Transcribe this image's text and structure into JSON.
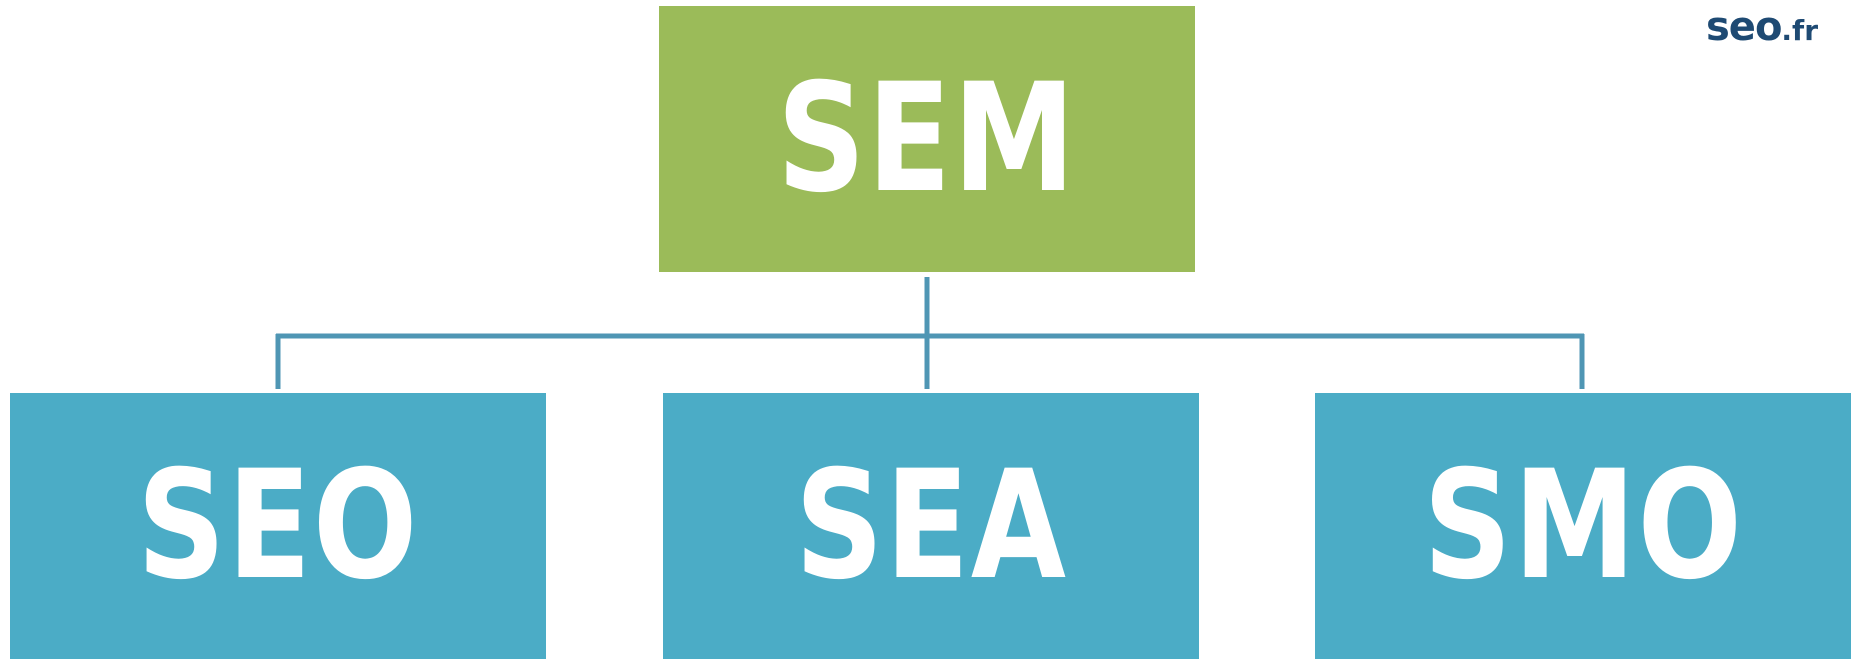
{
  "diagram": {
    "root": {
      "label": "SEM",
      "color": "#9bbb59"
    },
    "children": [
      {
        "label": "SEO",
        "color": "#4bacc6"
      },
      {
        "label": "SEA",
        "color": "#4bacc6"
      },
      {
        "label": "SMO",
        "color": "#4bacc6"
      }
    ],
    "connector_color": "#4f96b4"
  },
  "logo": {
    "main": "seo",
    "tld": ".fr",
    "color": "#1e4a73"
  }
}
